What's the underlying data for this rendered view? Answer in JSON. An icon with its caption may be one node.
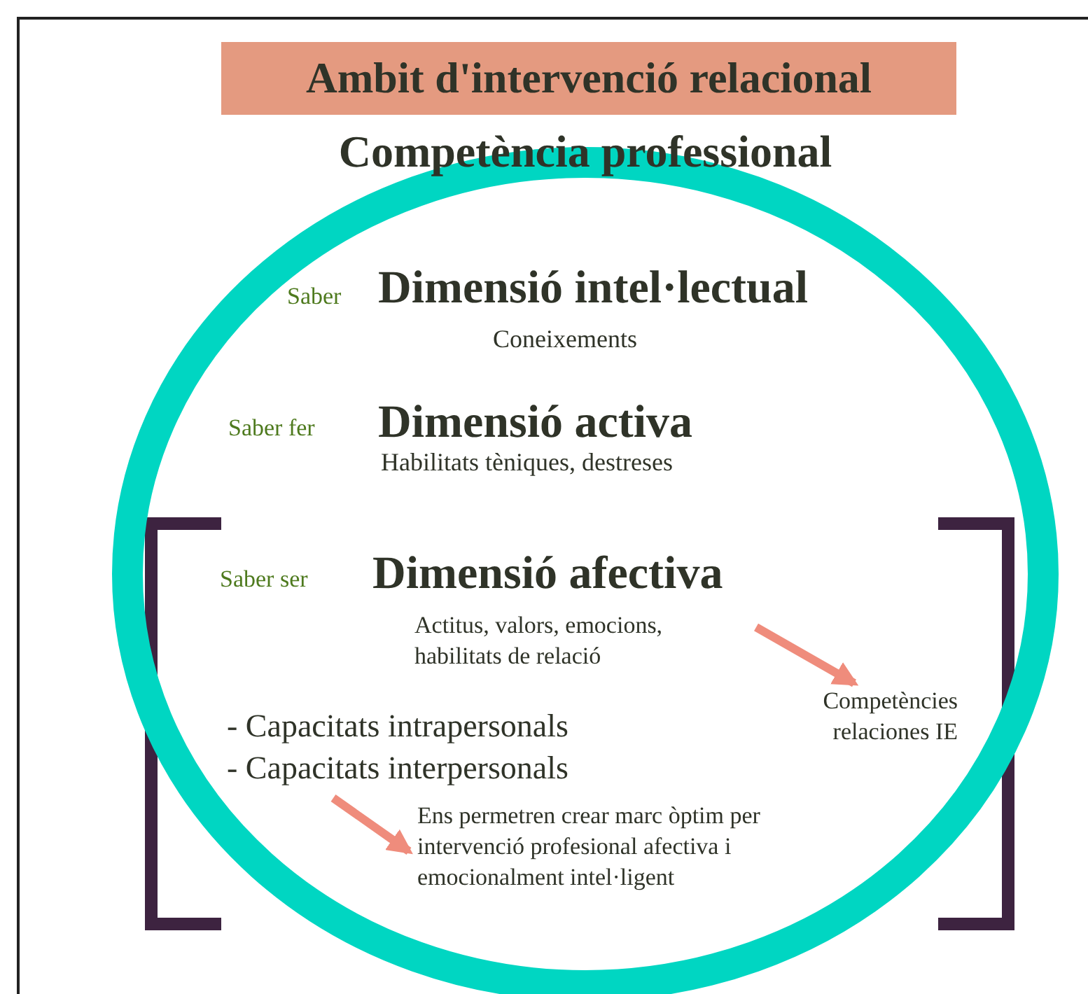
{
  "diagram": {
    "nodes": [
      {
        "text": [
          "Ambit d'intervenció relacional"
        ]
      },
      {
        "text": [
          "Competència professional"
        ]
      },
      {
        "text": [
          "Actitus, valors, emocions, habilitats de relació"
        ],
        "in": 1
      },
      {
        "text": [
          "Competències relaciones IE"
        ],
        "in": 1
      },
      {
        "text": [
          "- Capacitats intrapersonals",
          "- Capacitats interpersonals"
        ],
        "in": 1
      },
      {
        "text": [
          "Ens permetren crear marc òptim per intervenció profesional afectiva i emocionalment intel·ligent"
        ],
        "in": 1
      }
    ],
    "edges": [
      {
        "from": 2,
        "to": 3,
        "arrow": "to"
      },
      {
        "from": 4,
        "to": 5,
        "arrow": "to"
      }
    ],
    "labels": [
      "Saber",
      "Dimensió intel·lectual",
      "Coneixements",
      "Saber fer",
      "Dimensió activa",
      "Habilitats tèniques, destreses",
      "Saber ser",
      "Dimensió afectiva"
    ]
  }
}
